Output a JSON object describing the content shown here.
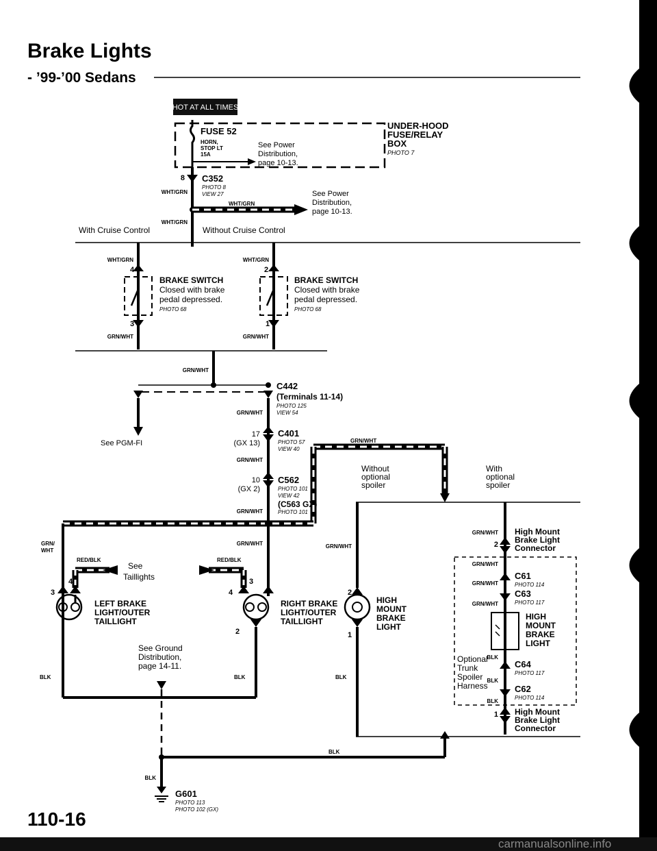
{
  "header": {
    "title": "Brake Lights",
    "subtitle": "- ’99-’00 Sedans",
    "hot_badge": "HOT AT ALL TIMES"
  },
  "fuse_box": {
    "name_line1": "UNDER-HOOD",
    "name_line2": "FUSE/RELAY",
    "name_line3": "BOX",
    "photo": "PHOTO 7",
    "fuse": "FUSE 52",
    "fuse_desc1": "HORN,",
    "fuse_desc2": "STOP LT",
    "fuse_desc3": "15A",
    "see_power1": "See Power",
    "see_power2": "Distribution,",
    "see_power3": "page 10-13."
  },
  "c352": {
    "pin": "8",
    "name": "C352",
    "photo": "PHOTO 8",
    "view": "VIEW 27",
    "wire_left": "WHT/GRN",
    "wire_right": "WHT/GRN",
    "see1": "See Power",
    "see2": "Distribution,",
    "see3": "page 10-13.",
    "wire_lower": "WHT/GRN"
  },
  "cruise": {
    "with": "With Cruise Control",
    "without": "Without Cruise Control"
  },
  "switch_left": {
    "wire_top": "WHT/GRN",
    "pin_top": "4",
    "name": "BRAKE SWITCH",
    "desc1": "Closed with brake",
    "desc2": "pedal depressed.",
    "photo": "PHOTO 68",
    "pin_bottom": "3",
    "wire_bottom": "GRN/WHT"
  },
  "switch_right": {
    "wire_top": "WHT/GRN",
    "pin_top": "2",
    "name": "BRAKE SWITCH",
    "desc1": "Closed with brake",
    "desc2": "pedal depressed.",
    "photo": "PHOTO 68",
    "pin_bottom": "1",
    "wire_bottom": "GRN/WHT"
  },
  "merge": {
    "wire": "GRN/WHT"
  },
  "c442": {
    "name": "C442",
    "desc": "(Terminals 11-14)",
    "photo": "PHOTO 125",
    "view": "VIEW 54",
    "wire": "GRN/WHT",
    "see": "See PGM-FI"
  },
  "c401": {
    "pin": "17",
    "gx": "(GX 13)",
    "name": "C401",
    "photo": "PHOTO 57",
    "view": "VIEW 40",
    "wire": "GRN/WHT"
  },
  "c562": {
    "pin": "10",
    "gx": "(GX 2)",
    "name": "C562",
    "photo": "PHOTO 101",
    "view": "VIEW 42",
    "alt": "(C563 GX)",
    "photo2": "PHOTO 101",
    "wire": "GRN/WHT"
  },
  "spoiler": {
    "wire_top": "GRN/WHT",
    "without1": "Without",
    "without2": "optional",
    "without3": "spoiler",
    "with1": "With",
    "with2": "optional",
    "with3": "spoiler"
  },
  "taillights": {
    "left_wire_top1": "GRN/",
    "left_wire_top2": "WHT",
    "center_wire": "GRN/WHT",
    "left_wire": "RED/BLK",
    "right_wire": "RED/BLK",
    "see1": "See",
    "see2": "Taillights",
    "left_pin_a": "3",
    "left_pin_b": "4",
    "right_pin_a": "4",
    "right_pin_b": "3",
    "right_pin_c": "2",
    "left_name1": "LEFT BRAKE",
    "left_name2": "LIGHT/OUTER",
    "left_name3": "TAILLIGHT",
    "right_name1": "RIGHT BRAKE",
    "right_name2": "LIGHT/OUTER",
    "right_name3": "TAILLIGHT",
    "ground_note1": "See Ground",
    "ground_note2": "Distribution,",
    "ground_note3": "page 14-11.",
    "blk_left": "BLK",
    "blk_right": "BLK"
  },
  "hmsl_left": {
    "wire": "GRN/WHT",
    "pin_top": "2",
    "pin_bottom": "1",
    "name1": "HIGH",
    "name2": "MOUNT",
    "name3": "BRAKE",
    "name4": "LIGHT",
    "blk": "BLK"
  },
  "hmsl_right": {
    "wire_top": "GRN/WHT",
    "pin_top": "2",
    "conn_top1": "High Mount",
    "conn_top2": "Brake Light",
    "conn_top3": "Connector",
    "w1": "GRN/WHT",
    "w2": "GRN/WHT",
    "w3": "GRN/WHT",
    "c61": "C61",
    "c61_photo": "PHOTO 114",
    "c63": "C63",
    "c63_photo": "PHOTO 117",
    "name1": "HIGH",
    "name2": "MOUNT",
    "name3": "BRAKE",
    "name4": "LIGHT",
    "b1": "BLK",
    "b2": "BLK",
    "b3": "BLK",
    "opt1": "Optional",
    "opt2": "Trunk",
    "opt3": "Spoiler",
    "opt4": "Harness",
    "c64": "C64",
    "c64_photo": "PHOTO 117",
    "c62": "C62",
    "c62_photo": "PHOTO 114",
    "pin_bottom": "1",
    "conn_bot1": "High Mount",
    "conn_bot2": "Brake Light",
    "conn_bot3": "Connector"
  },
  "ground": {
    "bottom_wire": "BLK",
    "blk": "BLK",
    "name": "G601",
    "photo1": "PHOTO 113",
    "photo2": "PHOTO 102 (GX)"
  },
  "page_number": "110-16",
  "watermark": "carmanualsonline.info"
}
